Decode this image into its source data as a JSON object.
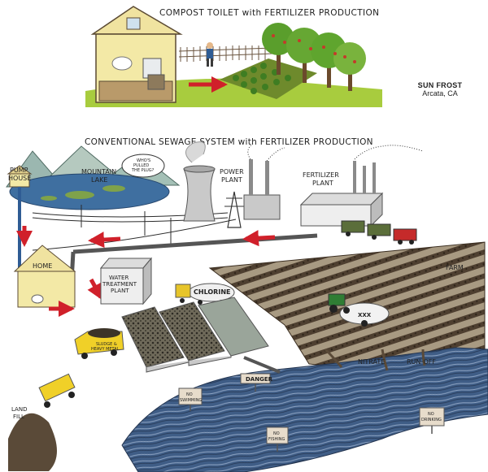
{
  "top": {
    "title": "COMPOST TOILET with FERTILIZER PRODUCTION"
  },
  "credit": {
    "name": "SUN FROST",
    "location": "Arcata, CA"
  },
  "bottom": {
    "title": "CONVENTIONAL SEWAGE SYSTEM with FERTILIZER PRODUCTION",
    "labels": {
      "pump_house_1": "PUMP",
      "pump_house_2": "HOUSE",
      "mountain_1": "MOUNTAIN",
      "mountain_2": "LAKE",
      "sign_1": "WHO'S",
      "sign_2": "PULLED",
      "sign_3": "THE PLUG?",
      "power_1": "POWER",
      "power_2": "PLANT",
      "fert_1": "FERTILIZER",
      "fert_2": "PLANT",
      "home": "HOME",
      "water_1": "WATER",
      "water_2": "TREATMENT",
      "water_3": "PLANT",
      "chlorine": "CHLORINE",
      "farm": "FARM",
      "tanker": "XXX",
      "sludge_1": "SLUDGE &",
      "sludge_2": "HEAVY METAL",
      "danger": "DANGER",
      "nitrate": "NITRATE",
      "runoff": "RUN-OFF",
      "landfill_1": "LAND",
      "landfill_2": "FILL",
      "no_swim_1": "NO",
      "no_swim_2": "SWIMMING",
      "no_fish_1": "NO",
      "no_fish_2": "FISHING",
      "no_drink_1": "NO",
      "no_drink_2": "DRINKING"
    }
  },
  "colors": {
    "arrow": "#d0202a",
    "water": "#3f5d86",
    "grass": "#9bc43a",
    "house": "#f3e9a6",
    "soil": "#6b5a46",
    "sign": "#e7dccb"
  }
}
